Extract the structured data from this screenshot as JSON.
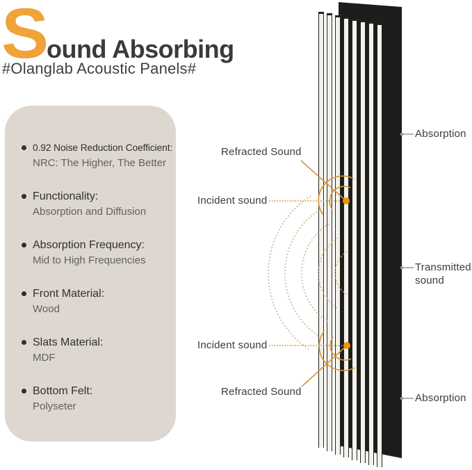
{
  "header": {
    "title_initial": "S",
    "title_rest": "ound Absorbing",
    "subtitle": "#Olanglab Acoustic Panels#"
  },
  "features_card": {
    "items": [
      {
        "title": "0.92 Noise Reduction Coefficient:",
        "detail": "NRC: The Higher, The Better"
      },
      {
        "title": "Functionality:",
        "detail": "Absorption and Diffusion"
      },
      {
        "title": "Absorption Frequency:",
        "detail": "Mid to High Frequencies"
      },
      {
        "title": "Front Material:",
        "detail": "Wood"
      },
      {
        "title": "Slats Material:",
        "detail": "MDF"
      },
      {
        "title": "Bottom Felt:",
        "detail": "Polyseter"
      }
    ]
  },
  "diagram": {
    "labels": {
      "refracted_upper": "Refracted Sound",
      "incident_upper": "Incident sound",
      "incident_lower": "Incident sound",
      "refracted_lower": "Refracted Sound",
      "transmitted_line1": "Transmitted",
      "transmitted_line2": "sound",
      "absorption_top": "Absorption",
      "absorption_bottom": "Absorption"
    }
  },
  "colors": {
    "accent_orange": "#F0A339",
    "line_orange": "#D49537",
    "dot_orange": "#EE9509",
    "wave_tan": "#BCAD79",
    "card_bg": "#DDD7CF",
    "panel_black": "#1D1D1B",
    "slat_white": "#F4F2EA",
    "text_dark": "#3A3A3A",
    "text_gray": "#606064",
    "connector_gray": "#999999"
  }
}
